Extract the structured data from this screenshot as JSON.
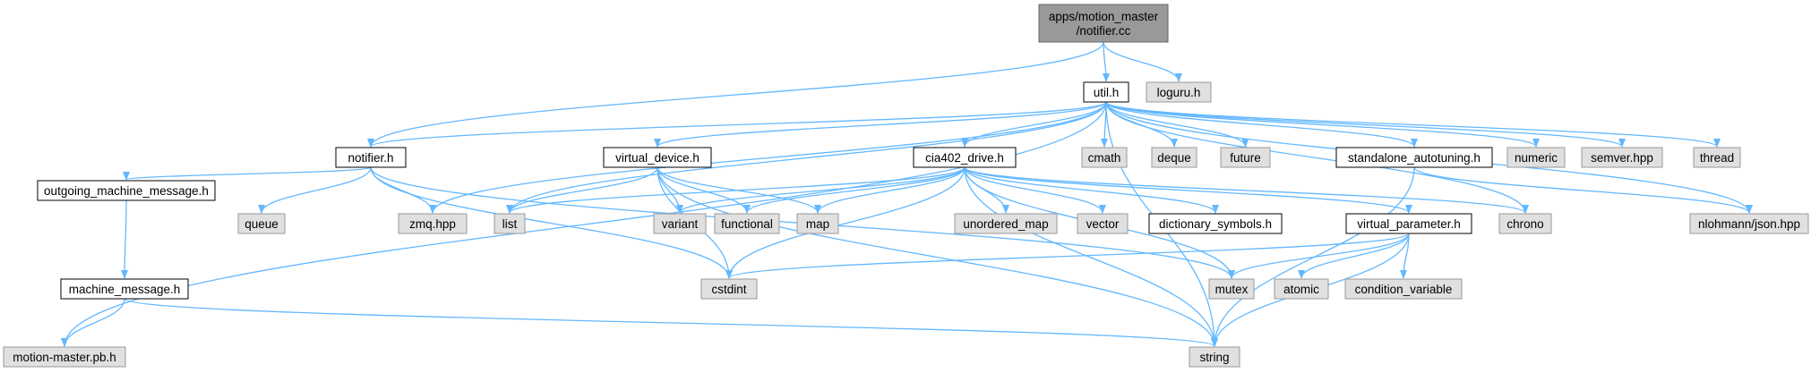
{
  "diagram": {
    "colors": {
      "root_fill": "#999999",
      "file_fill": "#ffffff",
      "sys_fill": "#e0e0e0",
      "sys_border": "#999999",
      "file_border": "#000000",
      "edge": "#63b8ff"
    },
    "nodes": [
      {
        "id": "root",
        "lines": [
          "apps/motion_master",
          "/notifier.cc"
        ],
        "kind": "root"
      },
      {
        "id": "util",
        "lines": [
          "util.h"
        ],
        "kind": "file"
      },
      {
        "id": "loguru",
        "lines": [
          "loguru.h"
        ],
        "kind": "sys"
      },
      {
        "id": "notifier",
        "lines": [
          "notifier.h"
        ],
        "kind": "file"
      },
      {
        "id": "virtual_device",
        "lines": [
          "virtual_device.h"
        ],
        "kind": "file"
      },
      {
        "id": "cia402",
        "lines": [
          "cia402_drive.h"
        ],
        "kind": "file"
      },
      {
        "id": "cmath",
        "lines": [
          "cmath"
        ],
        "kind": "sys"
      },
      {
        "id": "deque",
        "lines": [
          "deque"
        ],
        "kind": "sys"
      },
      {
        "id": "future",
        "lines": [
          "future"
        ],
        "kind": "sys"
      },
      {
        "id": "standalone",
        "lines": [
          "standalone_autotuning.h"
        ],
        "kind": "file"
      },
      {
        "id": "numeric",
        "lines": [
          "numeric"
        ],
        "kind": "sys"
      },
      {
        "id": "semver",
        "lines": [
          "semver.hpp"
        ],
        "kind": "sys"
      },
      {
        "id": "thread",
        "lines": [
          "thread"
        ],
        "kind": "sys"
      },
      {
        "id": "outgoing",
        "lines": [
          "outgoing_machine_message.h"
        ],
        "kind": "file"
      },
      {
        "id": "queue",
        "lines": [
          "queue"
        ],
        "kind": "sys"
      },
      {
        "id": "zmq",
        "lines": [
          "zmq.hpp"
        ],
        "kind": "sys"
      },
      {
        "id": "list",
        "lines": [
          "list"
        ],
        "kind": "sys"
      },
      {
        "id": "variant",
        "lines": [
          "variant"
        ],
        "kind": "sys"
      },
      {
        "id": "functional",
        "lines": [
          "functional"
        ],
        "kind": "sys"
      },
      {
        "id": "map",
        "lines": [
          "map"
        ],
        "kind": "sys"
      },
      {
        "id": "unordered_map",
        "lines": [
          "unordered_map"
        ],
        "kind": "sys"
      },
      {
        "id": "vector",
        "lines": [
          "vector"
        ],
        "kind": "sys"
      },
      {
        "id": "dictionary",
        "lines": [
          "dictionary_symbols.h"
        ],
        "kind": "file"
      },
      {
        "id": "virtual_parameter",
        "lines": [
          "virtual_parameter.h"
        ],
        "kind": "file"
      },
      {
        "id": "chrono",
        "lines": [
          "chrono"
        ],
        "kind": "sys"
      },
      {
        "id": "json",
        "lines": [
          "nlohmann/json.hpp"
        ],
        "kind": "sys"
      },
      {
        "id": "machine_message",
        "lines": [
          "machine_message.h"
        ],
        "kind": "file"
      },
      {
        "id": "cstdint",
        "lines": [
          "cstdint"
        ],
        "kind": "sys"
      },
      {
        "id": "mutex",
        "lines": [
          "mutex"
        ],
        "kind": "sys"
      },
      {
        "id": "atomic",
        "lines": [
          "atomic"
        ],
        "kind": "sys"
      },
      {
        "id": "condition_variable",
        "lines": [
          "condition_variable"
        ],
        "kind": "sys"
      },
      {
        "id": "motion_pb",
        "lines": [
          "motion-master.pb.h"
        ],
        "kind": "sys"
      },
      {
        "id": "string",
        "lines": [
          "string"
        ],
        "kind": "sys"
      }
    ],
    "edges": [
      [
        "root",
        "util"
      ],
      [
        "root",
        "loguru"
      ],
      [
        "root",
        "notifier"
      ],
      [
        "util",
        "notifier"
      ],
      [
        "util",
        "virtual_device"
      ],
      [
        "util",
        "cia402"
      ],
      [
        "util",
        "cmath"
      ],
      [
        "util",
        "deque"
      ],
      [
        "util",
        "future"
      ],
      [
        "util",
        "standalone"
      ],
      [
        "util",
        "numeric"
      ],
      [
        "util",
        "semver"
      ],
      [
        "util",
        "thread"
      ],
      [
        "util",
        "zmq"
      ],
      [
        "util",
        "list"
      ],
      [
        "util",
        "chrono"
      ],
      [
        "util",
        "json"
      ],
      [
        "util",
        "motion_pb"
      ],
      [
        "util",
        "string"
      ],
      [
        "notifier",
        "outgoing"
      ],
      [
        "notifier",
        "queue"
      ],
      [
        "notifier",
        "zmq"
      ],
      [
        "notifier",
        "cstdint"
      ],
      [
        "notifier",
        "mutex"
      ],
      [
        "outgoing",
        "machine_message"
      ],
      [
        "machine_message",
        "motion_pb"
      ],
      [
        "machine_message",
        "string"
      ],
      [
        "virtual_device",
        "list"
      ],
      [
        "virtual_device",
        "variant"
      ],
      [
        "virtual_device",
        "functional"
      ],
      [
        "virtual_device",
        "map"
      ],
      [
        "virtual_device",
        "cstdint"
      ],
      [
        "virtual_device",
        "string"
      ],
      [
        "cia402",
        "list"
      ],
      [
        "cia402",
        "variant"
      ],
      [
        "cia402",
        "functional"
      ],
      [
        "cia402",
        "map"
      ],
      [
        "cia402",
        "unordered_map"
      ],
      [
        "cia402",
        "vector"
      ],
      [
        "cia402",
        "dictionary"
      ],
      [
        "cia402",
        "virtual_parameter"
      ],
      [
        "cia402",
        "chrono"
      ],
      [
        "cia402",
        "cstdint"
      ],
      [
        "cia402",
        "mutex"
      ],
      [
        "cia402",
        "string"
      ],
      [
        "virtual_parameter",
        "cstdint"
      ],
      [
        "virtual_parameter",
        "mutex"
      ],
      [
        "virtual_parameter",
        "atomic"
      ],
      [
        "virtual_parameter",
        "condition_variable"
      ],
      [
        "virtual_parameter",
        "string"
      ],
      [
        "standalone",
        "json"
      ],
      [
        "standalone",
        "string"
      ]
    ]
  }
}
